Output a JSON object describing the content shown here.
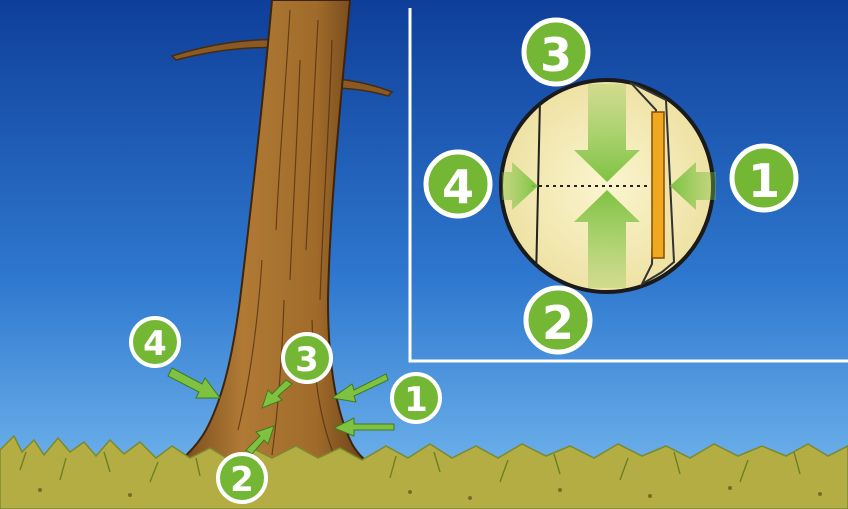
{
  "colors": {
    "sky_top": "#0e3f9a",
    "sky_bottom": "#5aa6e6",
    "trunk": "#a4712f",
    "trunk_dark": "#5a3414",
    "grass": "#b9b24a",
    "grass_dark": "#7c8a2c",
    "badge": "#74b735",
    "badge_ring": "#ffffff",
    "arrow": "#7fc241",
    "cut_circle": "#f7efbf",
    "notch": "#f0a820",
    "frame": "#ffffff"
  },
  "tree_badges": [
    {
      "label": "1",
      "step": 1
    },
    {
      "label": "2",
      "step": 2
    },
    {
      "label": "3",
      "step": 3
    },
    {
      "label": "4",
      "step": 4
    }
  ],
  "inset_badges": [
    {
      "label": "1",
      "step": 1
    },
    {
      "label": "2",
      "step": 2
    },
    {
      "label": "3",
      "step": 3
    },
    {
      "label": "4",
      "step": 4
    }
  ]
}
